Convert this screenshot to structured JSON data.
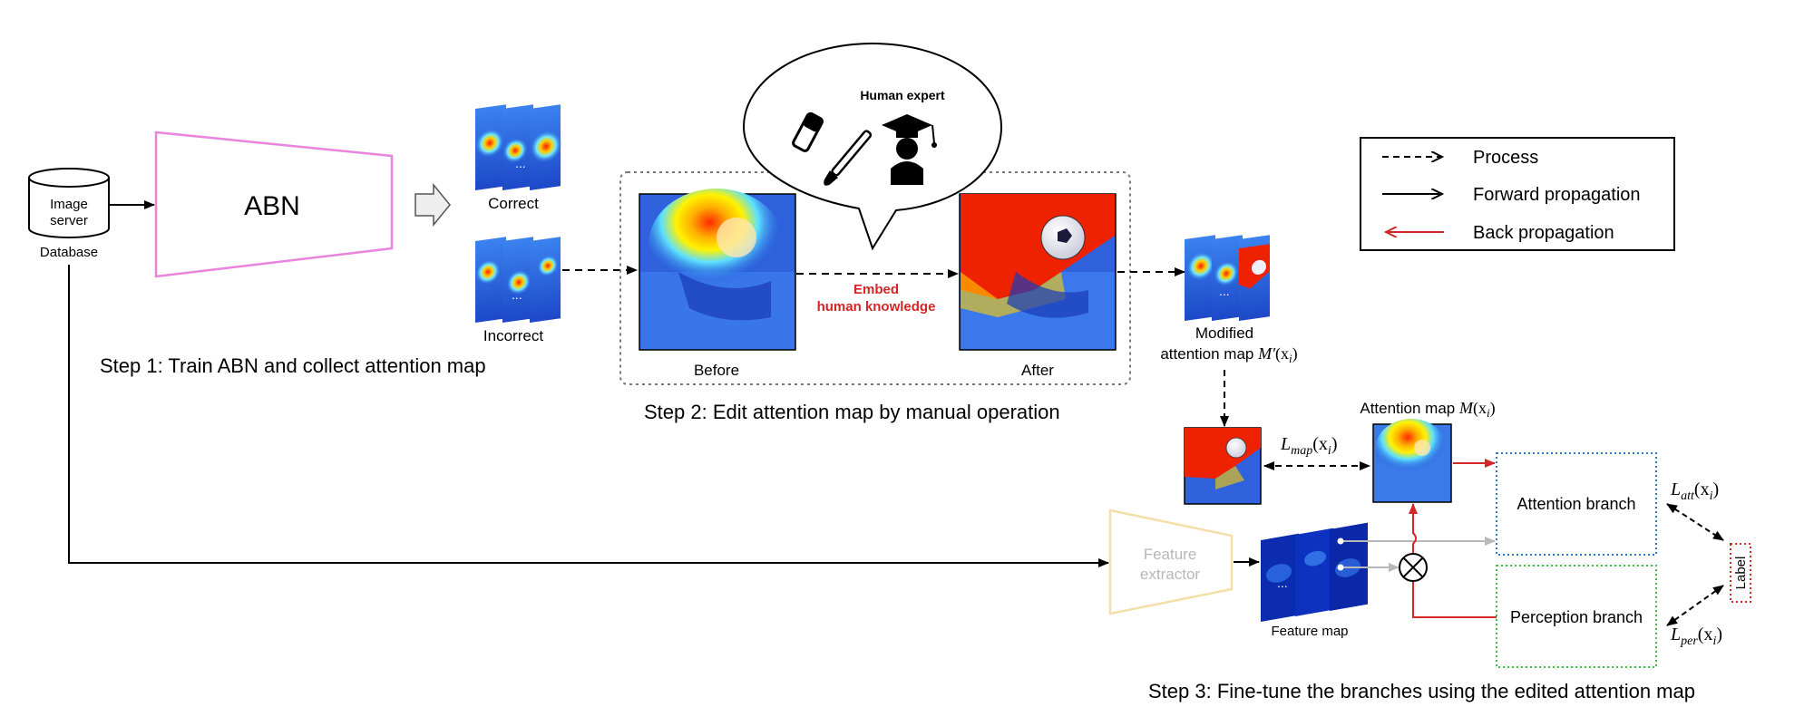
{
  "database": {
    "line1": "Image",
    "line2": "server",
    "caption": "Database"
  },
  "abn": {
    "label": "ABN"
  },
  "correct_label": "Correct",
  "incorrect_label": "Incorrect",
  "step1": "Step 1: Train ABN and collect attention map",
  "bubble": {
    "title": "Human expert"
  },
  "embed": {
    "line1": "Embed",
    "line2": "human knowledge"
  },
  "before_label": "Before",
  "after_label": "After",
  "step2": "Step 2: Edit attention map by manual operation",
  "legend": {
    "process": "Process",
    "forward": "Forward propagation",
    "back": "Back propagation"
  },
  "modified": {
    "line1": "Modified",
    "line2": "attention map",
    "symbol": "M′",
    "arg": "(x",
    "sub": "i",
    "close": ")"
  },
  "attention_map": {
    "label": "Attention map",
    "symbol": "M",
    "arg": "(x",
    "sub": "i",
    "close": ")"
  },
  "l_map": {
    "symbol": "L",
    "sub": "map",
    "arg": "(x",
    "argsub": "i",
    "close": ")"
  },
  "l_att": {
    "symbol": "L",
    "sub": "att",
    "arg": "(x",
    "argsub": "i",
    "close": ")"
  },
  "l_per": {
    "symbol": "L",
    "sub": "per",
    "arg": "(x",
    "argsub": "i",
    "close": ")"
  },
  "feature_extractor": {
    "line1": "Feature",
    "line2": "extractor"
  },
  "feature_map_label": "Feature map",
  "attention_branch": "Attention branch",
  "perception_branch": "Perception branch",
  "label_box": "Label",
  "step3": "Step 3: Fine-tune the branches using the edited attention map",
  "colors": {
    "abn": "#e884dc",
    "arrow_red": "#d42626",
    "embed_red": "#d42626",
    "attention_branch": "#2f79c9",
    "perception_branch": "#3fbf3f",
    "label_box": "#d42626",
    "feature_extractor": "#f5dfa8",
    "gray_arrow": "#b8b8b8"
  },
  "icons": [
    "database-icon",
    "hollow-arrow-icon",
    "eraser-icon",
    "brush-icon",
    "graduate-icon",
    "multiply-icon"
  ]
}
